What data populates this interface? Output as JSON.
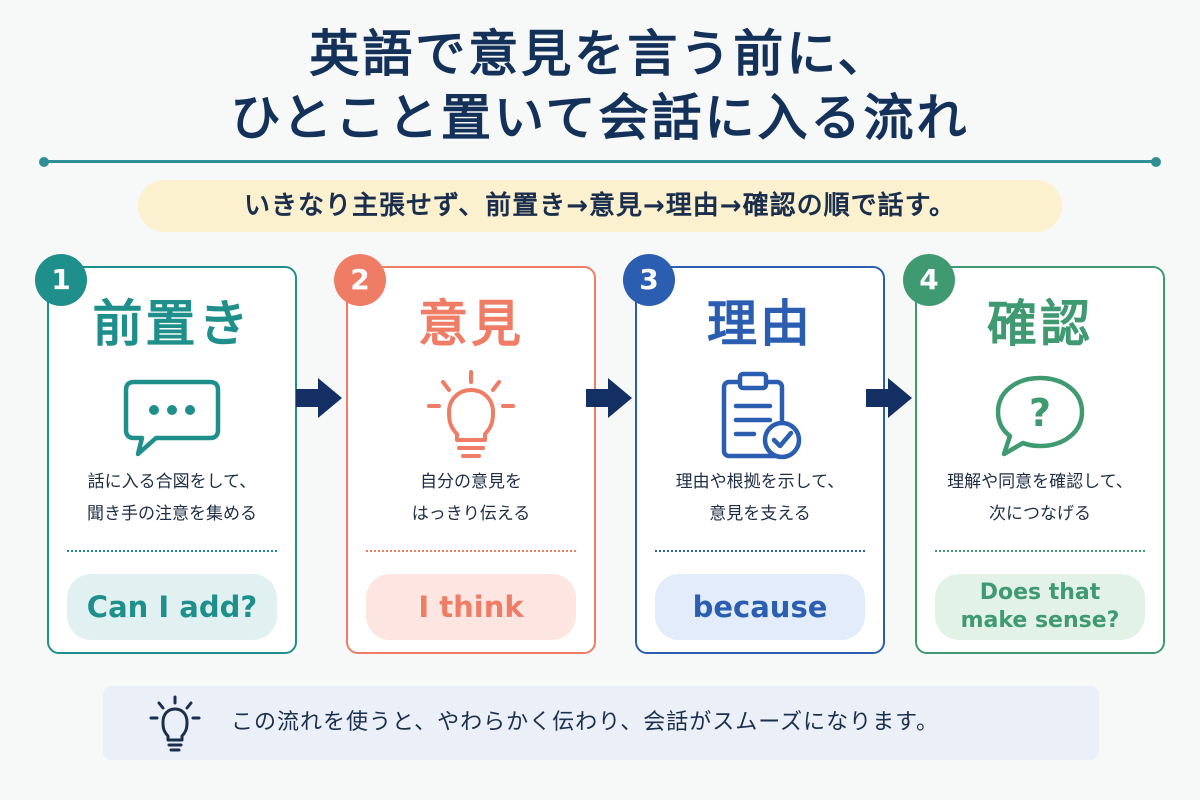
{
  "title": {
    "line1": "英語で意見を言う前に、",
    "line2": "ひとこと置いて会話に入る流れ"
  },
  "subtitle": "いきなり主張せず、前置き→意見→理由→確認の順で話す。",
  "steps": [
    {
      "number": "1",
      "heading": "前置き",
      "icon": "speech-bubble-icon",
      "desc_line1": "話に入る合図をして、",
      "desc_line2": "聞き手の注意を集める",
      "phrase": "Can I add?",
      "accent": "#1f8f8c",
      "phrase_bg": "#e1f1f1"
    },
    {
      "number": "2",
      "heading": "意見",
      "icon": "lightbulb-icon",
      "desc_line1": "自分の意見を",
      "desc_line2": "はっきり伝える",
      "phrase": "I think",
      "accent": "#ef7d66",
      "phrase_bg": "#fde6e1"
    },
    {
      "number": "3",
      "heading": "理由",
      "icon": "clipboard-check-icon",
      "desc_line1": "理由や根拠を示して、",
      "desc_line2": "意見を支える",
      "phrase": "because",
      "accent": "#2b5eb0",
      "phrase_bg": "#e2ecfb"
    },
    {
      "number": "4",
      "heading": "確認",
      "icon": "question-bubble-icon",
      "desc_line1": "理解や同意を確認して、",
      "desc_line2": "次につなげる",
      "phrase_line1": "Does that",
      "phrase_line2": "make sense?",
      "accent": "#3f9a72",
      "phrase_bg": "#e3f2e6"
    }
  ],
  "footer": {
    "icon": "lightbulb-icon",
    "text": "この流れを使うと、やわらかく伝わり、会話がスムーズになります。"
  },
  "colors": {
    "title": "#14315a",
    "rule": "#2f8f93",
    "arrow": "#142f63",
    "subtitle_bg": "#fbf1cf",
    "footer_bg": "#eaeff8"
  }
}
